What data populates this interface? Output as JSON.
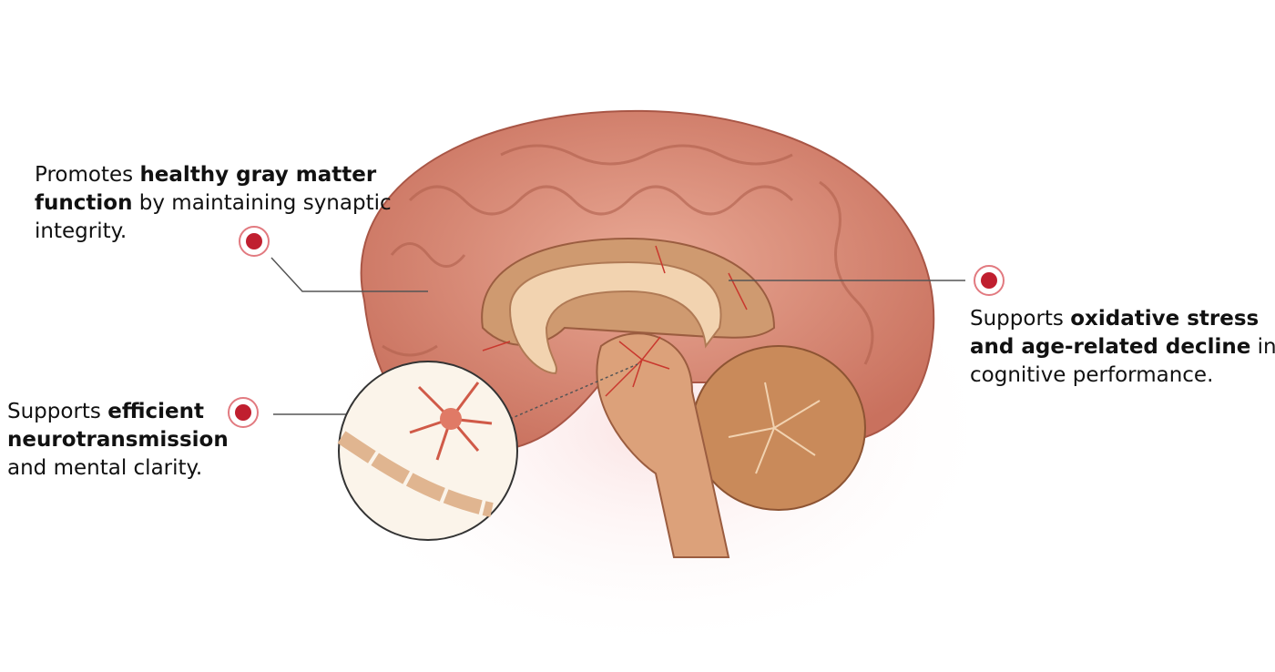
{
  "callouts": [
    {
      "pre": "Promotes ",
      "bold": "healthy gray matter function",
      "post": " by maintaining synaptic integrity."
    },
    {
      "pre": "Supports ",
      "bold": "oxidative stress and age-related decline",
      "post": " in cognitive performance."
    },
    {
      "pre": "Supports ",
      "bold": "efficient neurotransmission",
      "post": " and mental clarity."
    }
  ],
  "colors": {
    "marker": "#c01f2f",
    "ring": "#e27a80",
    "brain": "#d98a78",
    "line": "#555555"
  },
  "icons": [
    "brain-illustration",
    "neuron-inset",
    "marker-dot-icon"
  ]
}
